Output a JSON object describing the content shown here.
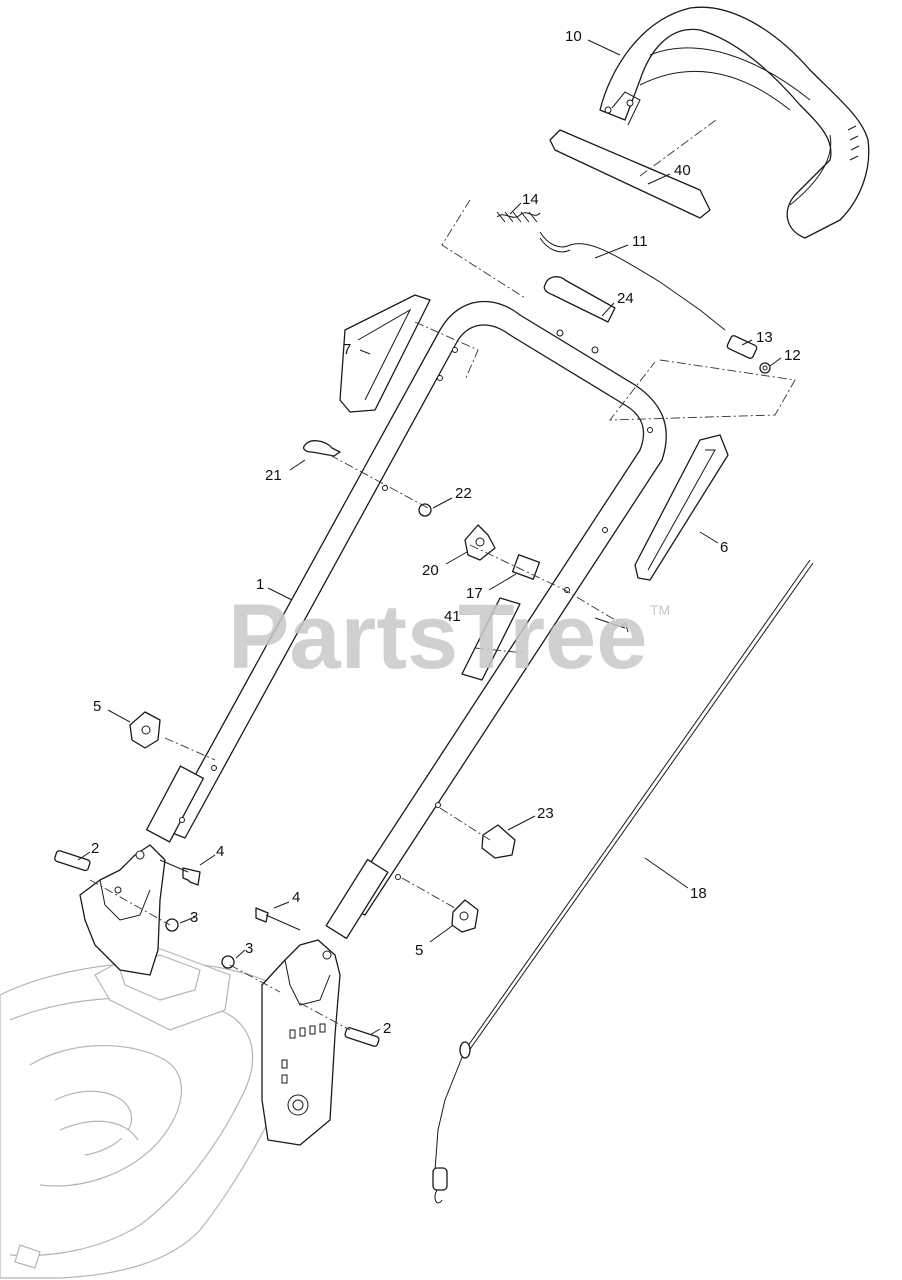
{
  "watermark": {
    "text": "PartsTree",
    "trademark": "TM"
  },
  "callouts": [
    {
      "id": "c10",
      "label": "10"
    },
    {
      "id": "c40",
      "label": "40"
    },
    {
      "id": "c14",
      "label": "14"
    },
    {
      "id": "c11",
      "label": "11"
    },
    {
      "id": "c24",
      "label": "24"
    },
    {
      "id": "c7",
      "label": "7"
    },
    {
      "id": "c13",
      "label": "13"
    },
    {
      "id": "c12",
      "label": "12"
    },
    {
      "id": "c21",
      "label": "21"
    },
    {
      "id": "c22",
      "label": "22"
    },
    {
      "id": "c6",
      "label": "6"
    },
    {
      "id": "c20",
      "label": "20"
    },
    {
      "id": "c17",
      "label": "17"
    },
    {
      "id": "c1",
      "label": "1"
    },
    {
      "id": "c41",
      "label": "41"
    },
    {
      "id": "c5a",
      "label": "5"
    },
    {
      "id": "c23",
      "label": "23"
    },
    {
      "id": "c2a",
      "label": "2"
    },
    {
      "id": "c4a",
      "label": "4"
    },
    {
      "id": "c18",
      "label": "18"
    },
    {
      "id": "c3a",
      "label": "3"
    },
    {
      "id": "c4b",
      "label": "4"
    },
    {
      "id": "c3b",
      "label": "3"
    },
    {
      "id": "c5b",
      "label": "5"
    },
    {
      "id": "c2b",
      "label": "2"
    }
  ]
}
